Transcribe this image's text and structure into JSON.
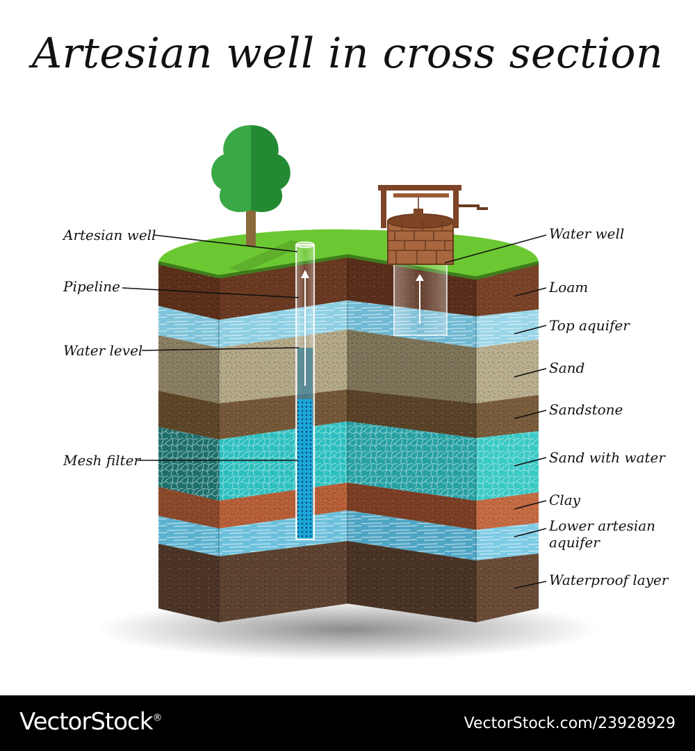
{
  "title": "Artesian well in cross section",
  "left_labels": {
    "artesian_well": "Artesian well",
    "pipeline": "Pipeline",
    "water_level": "Water level",
    "mesh_filter": "Mesh filter"
  },
  "right_labels": {
    "water_well": "Water well",
    "loam": "Loam",
    "top_aquifer": "Top aquifer",
    "sand": "Sand",
    "sandstone": "Sandstone",
    "sand_with_water": "Sand with water",
    "clay": "Clay",
    "lower_artesian_aquifer_1": "Lower artesian",
    "lower_artesian_aquifer_2": "aquifer",
    "waterproof_layer": "Waterproof layer"
  },
  "footer": {
    "brand": "VectorStock",
    "brand_mark": "®",
    "credit": "VectorStock.com/23928929"
  },
  "colors": {
    "grass": "#6cc832",
    "loam": "#6b3a22",
    "top_aquifer": "#8dcfe3",
    "sand": "#a99d7c",
    "sandstone": "#6e5533",
    "sand_with_water": "#2dbfbf",
    "clay": "#b8603a",
    "lower_aquifer": "#6cc0dc",
    "waterproof": "#5a4030"
  }
}
